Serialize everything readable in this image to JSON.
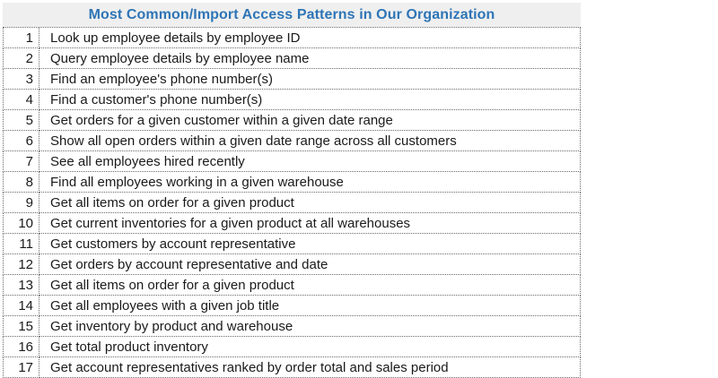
{
  "title": "Most Common/Import Access Patterns in Our Organization",
  "colors": {
    "title": "#2e75b6",
    "header_bg": "#efefef",
    "text": "#1a1a1a",
    "border": "#6a6a6a"
  },
  "rows": [
    {
      "num": "1",
      "text": "Look up employee details by employee ID"
    },
    {
      "num": "2",
      "text": "Query employee details by employee name"
    },
    {
      "num": "3",
      "text": "Find an employee's phone number(s)"
    },
    {
      "num": "4",
      "text": "Find a customer's phone number(s)"
    },
    {
      "num": "5",
      "text": "Get orders for a given customer within a given date range"
    },
    {
      "num": "6",
      "text": "Show all open orders within a given date range across all customers"
    },
    {
      "num": "7",
      "text": "See all employees hired recently"
    },
    {
      "num": "8",
      "text": "Find all employees working in a given warehouse"
    },
    {
      "num": "9",
      "text": "Get all items on order for a given product"
    },
    {
      "num": "10",
      "text": "Get current inventories for a given product at all warehouses"
    },
    {
      "num": "11",
      "text": "Get customers by account representative"
    },
    {
      "num": "12",
      "text": "Get orders by account representative and date"
    },
    {
      "num": "13",
      "text": "Get all items on order for a given product"
    },
    {
      "num": "14",
      "text": "Get all employees with a given job title"
    },
    {
      "num": "15",
      "text": "Get inventory by product and warehouse"
    },
    {
      "num": "16",
      "text": "Get total product inventory"
    },
    {
      "num": "17",
      "text": "Get account representatives ranked by order total and sales period"
    }
  ]
}
